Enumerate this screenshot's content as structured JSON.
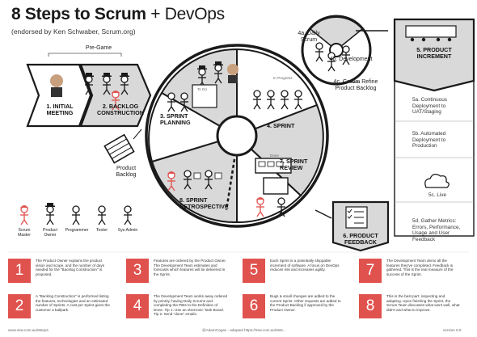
{
  "header": {
    "title_main": "8 Steps to Scrum",
    "title_plus": "+ DevOps",
    "subtitle": "(endorsed by Ken Schwaber, Scrum.org)"
  },
  "labels": {
    "pre_game": "Pre-Game",
    "step1": "1. INITIAL MEETING",
    "step2": "2. BACKLOG CONSTRUCTION",
    "step3": "3. SPRINT PLANNING",
    "step4": "4. SPRINT",
    "step4a": "4a. Daily Scrum",
    "step4b": "4b. Development",
    "step4c_strike": "Groom",
    "step4c_pre": "4c.",
    "step4c_post": "Refine Product Backlog",
    "step5": "5. PRODUCT INCREMENT",
    "step5a": "5a. Continuous Deployment to UAT/Staging",
    "step5b": "5b. Automated Deployment to Production",
    "step5c": "5c. Live",
    "step5d": "5d. Gather Metrics: Errors, Performance, Usage and User Feedback",
    "step6": "6. PRODUCT FEEDBACK",
    "step7": "7. SPRINT REVIEW",
    "step8": "8. SPRINT RETROSPECTIVE",
    "product_backlog": "Product Backlog",
    "to_do": "To Do",
    "in_progress": "In Progress",
    "done": "Done"
  },
  "legend": [
    {
      "label": "Scrum Master"
    },
    {
      "label": "Product Owner"
    },
    {
      "label": "Programmer"
    },
    {
      "label": "Tester"
    },
    {
      "label": "Sys Admin"
    }
  ],
  "steps": [
    {
      "num": "1",
      "text": "The Product Owner explains the product vision and scope, and the number of days needed for the \"Backlog Construction\" is proposed."
    },
    {
      "num": "2",
      "text": "A \"Backlog Construction\" is performed listing the features, technologies and an estimated number of Sprints. A cost per Sprint gives the customer a ballpark."
    },
    {
      "num": "3",
      "text": "Features are ordered by the Product Owner. The Development Team estimates and forecasts which features will be delivered in the Sprint."
    },
    {
      "num": "4",
      "text": "The Development Team works away ordered by priority, having Daily Scrums and completing the PBIs to the Definition of Done. Tip 1: Use an electronic Task Board. Tip 2: Send \"done\" emails."
    },
    {
      "num": "5",
      "text": "Each Sprint is a potentially shippable increment of software. A focus on DevOps reduces risk and increases agility."
    },
    {
      "num": "6",
      "text": "Bugs & small changes are added to the current Sprint. Other requests are added to the Product Backlog if approved by the Product Owner."
    },
    {
      "num": "7",
      "text": "The Development Team demo all the features they've completed. Feedback is gathered. This is the real measure of the success of the Sprint."
    },
    {
      "num": "8",
      "text": "This is the best part: inspecting and adapting. Upon finishing the Sprint, the Scrum Team discusses what went well, what didn't and what to improve."
    }
  ],
  "footer": {
    "left": "www.ssw.com.au/8steps",
    "center": "@AdamCogan - adapted https://ssw.com.au/8ste...",
    "right": "version 8.0"
  },
  "colors": {
    "accent_red": "#e0524e",
    "gray_fill": "#d9d9d9",
    "dark": "#1a1a1a"
  }
}
